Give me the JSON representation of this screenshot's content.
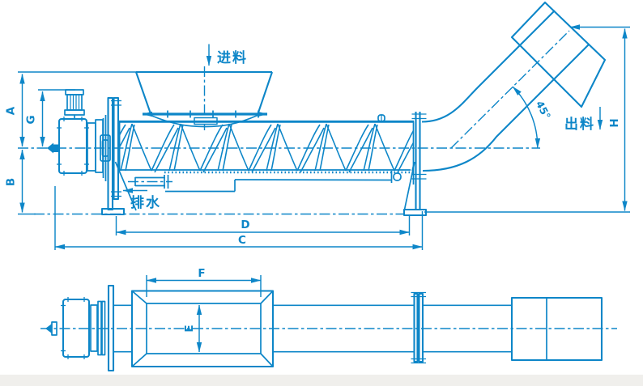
{
  "labels": {
    "feed": "进料",
    "drain": "排水",
    "discharge": "出料",
    "angle_45": "45°"
  },
  "dim_letters": {
    "A": "A",
    "B": "B",
    "C": "C",
    "D": "D",
    "E": "E",
    "F": "F",
    "G": "G",
    "H": "H"
  },
  "colors": {
    "line_blue": "#0d86c8",
    "background": "#ffffff",
    "bottom_strip": "#f0efec"
  }
}
